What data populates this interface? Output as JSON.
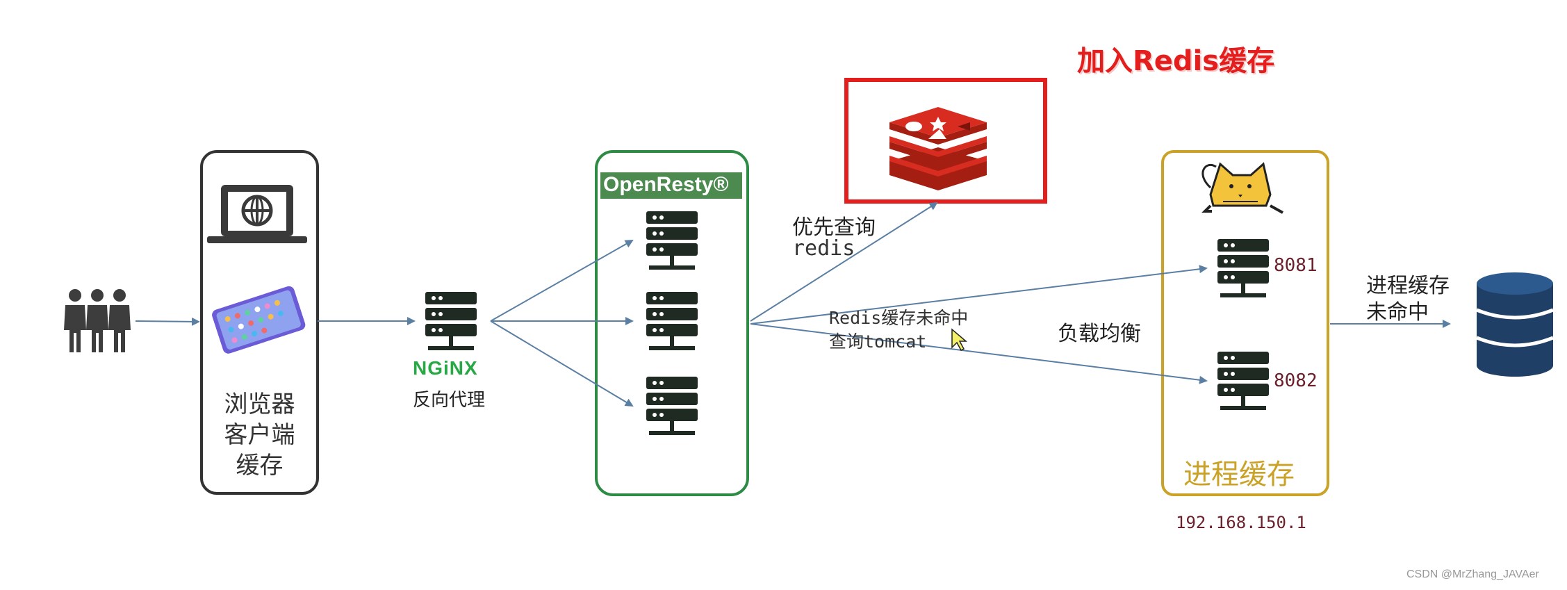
{
  "title": "加入Redis缓存",
  "browser_box": {
    "lines": [
      "浏览器",
      "客户端",
      "缓存"
    ]
  },
  "nginx": {
    "logo_text": "NGiNX",
    "caption": "反向代理"
  },
  "openresty": {
    "header": "OpenResty®"
  },
  "edge_labels": {
    "to_redis": [
      "优先查询",
      "redis"
    ],
    "redis_miss": [
      "Redis缓存未命中",
      "查询tomcat"
    ],
    "load_balance": "负载均衡",
    "process_miss": [
      "进程缓存",
      "未命中"
    ]
  },
  "tomcat_box": {
    "ports": [
      "8081",
      "8082"
    ],
    "label": "进程缓存",
    "ip": "192.168.150.1"
  },
  "watermark": "CSDN @MrZhang_JAVAer",
  "colors": {
    "arrow": "#5a7fa3",
    "openresty_border": "#2e8b46",
    "tomcat_border": "#c9a227",
    "redis_highlight": "#e41d1d",
    "redis_logo": "#d82c20",
    "database": "#1f3f66",
    "server_icon": "#1e2a22"
  }
}
